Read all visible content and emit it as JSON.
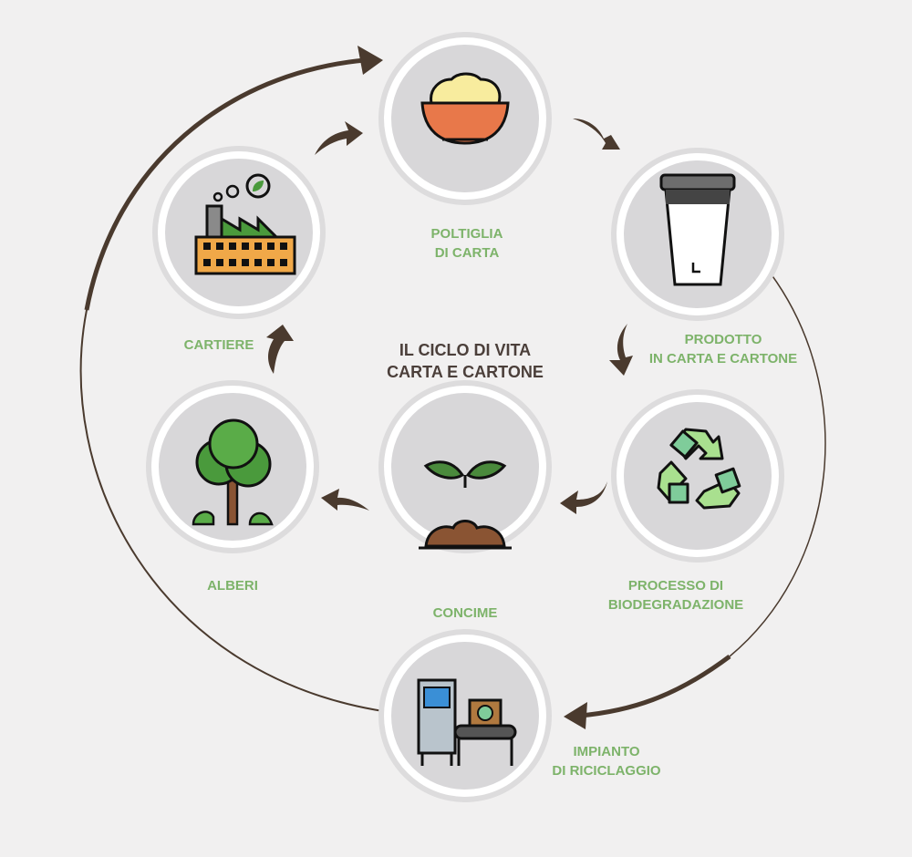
{
  "title": {
    "line1": "IL CICLO DI VITA",
    "line2": "CARTA E CARTONE"
  },
  "stages": [
    {
      "id": "poltiglia",
      "icon": "paper-pulp-bowl-icon",
      "line1": "POLTIGLIA",
      "line2": "DI CARTA"
    },
    {
      "id": "prodotto",
      "icon": "paper-cup-icon",
      "line1": "PRODOTTO",
      "line2": "IN CARTA E CARTONE"
    },
    {
      "id": "processo",
      "icon": "recycle-icon",
      "line1": "PROCESSO DI",
      "line2": "BIODEGRADAZIONE"
    },
    {
      "id": "impianto",
      "icon": "recycling-machine-icon",
      "line1": "IMPIANTO",
      "line2": "DI RICICLAGGIO"
    },
    {
      "id": "concime",
      "icon": "sprout-soil-icon",
      "line1": "CONCIME"
    },
    {
      "id": "alberi",
      "icon": "tree-icon",
      "line1": "ALBERI"
    },
    {
      "id": "cartiere",
      "icon": "factory-icon",
      "line1": "CARTIERE"
    }
  ],
  "colors": {
    "label": "#7db36a",
    "title": "#4b3f3a",
    "arrow": "#4a3a2e",
    "background": "#f1f0f0"
  }
}
